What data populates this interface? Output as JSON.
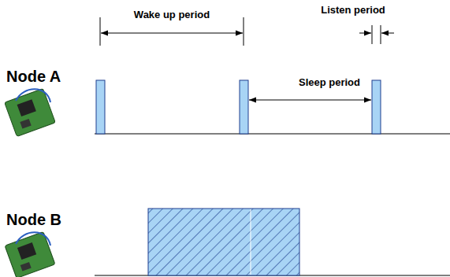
{
  "diagram": {
    "labels": [
      "Wake up period",
      "Listen period",
      "Node A",
      "Sleep period",
      "Node B"
    ]
  }
}
